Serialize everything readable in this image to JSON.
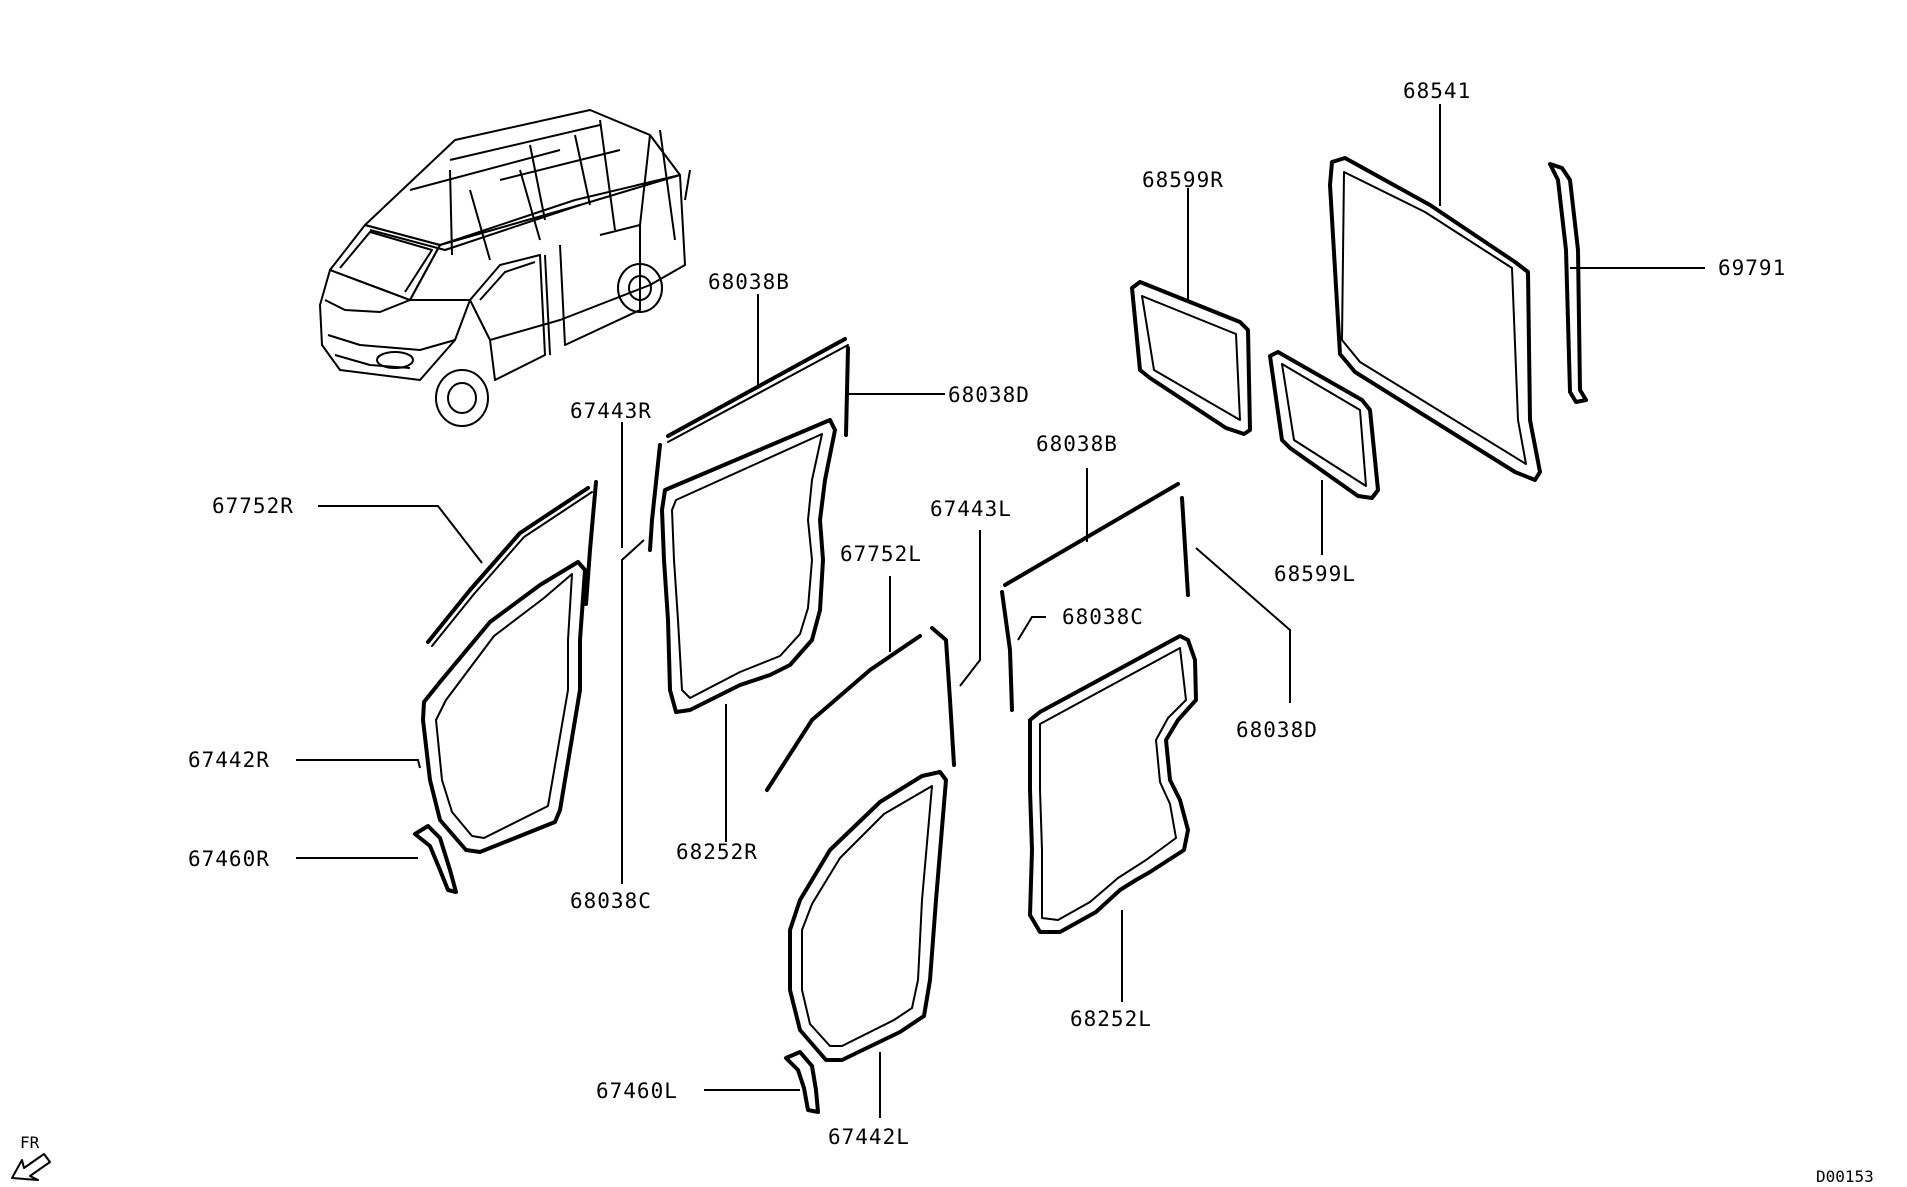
{
  "diagram": {
    "code": "D00153",
    "front_indicator": "FR",
    "parts": {
      "p68541": "68541",
      "p68599R": "68599R",
      "p69791": "69791",
      "p68599L": "68599L",
      "p68038B_r": "68038B",
      "p68038D_r": "68038D",
      "p67443R": "67443R",
      "p67752R": "67752R",
      "p67442R": "67442R",
      "p67460R": "67460R",
      "p68038C_r": "68038C",
      "p68252R": "68252R",
      "p68038B_l": "68038B",
      "p67443L": "67443L",
      "p67752L": "67752L",
      "p68038C_l": "68038C",
      "p68038D_l": "68038D",
      "p68252L": "68252L",
      "p67460L": "67460L",
      "p67442L": "67442L"
    }
  }
}
